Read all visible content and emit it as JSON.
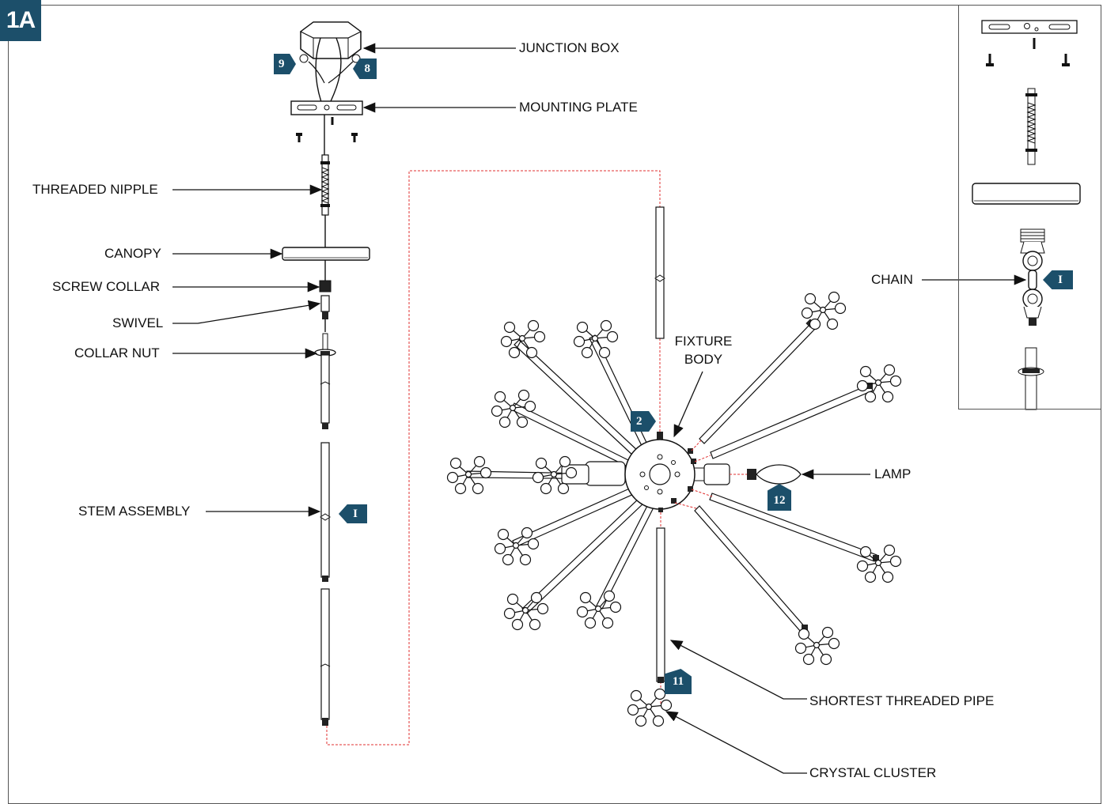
{
  "step": "1A",
  "labels": {
    "junction_box": "JUNCTION BOX",
    "mounting_plate": "MOUNTING PLATE",
    "threaded_nipple": "THREADED NIPPLE",
    "canopy": "CANOPY",
    "screw_collar": "SCREW COLLAR",
    "swivel": "SWIVEL",
    "collar_nut": "COLLAR NUT",
    "stem_assembly": "STEM ASSEMBLY",
    "fixture_body_line1": "FIXTURE",
    "fixture_body_line2": "BODY",
    "lamp": "LAMP",
    "shortest_threaded_pipe": "SHORTEST THREADED PIPE",
    "crystal_cluster": "CRYSTAL CLUSTER",
    "chain": "CHAIN"
  },
  "badges": {
    "b9": "9",
    "b8": "8",
    "b2": "2",
    "b12": "12",
    "b11": "11",
    "stem": "I",
    "chain": "I"
  },
  "colors": {
    "badge": "#1c4f6a",
    "line": "#111111",
    "dashed_guide": "#e03030"
  }
}
